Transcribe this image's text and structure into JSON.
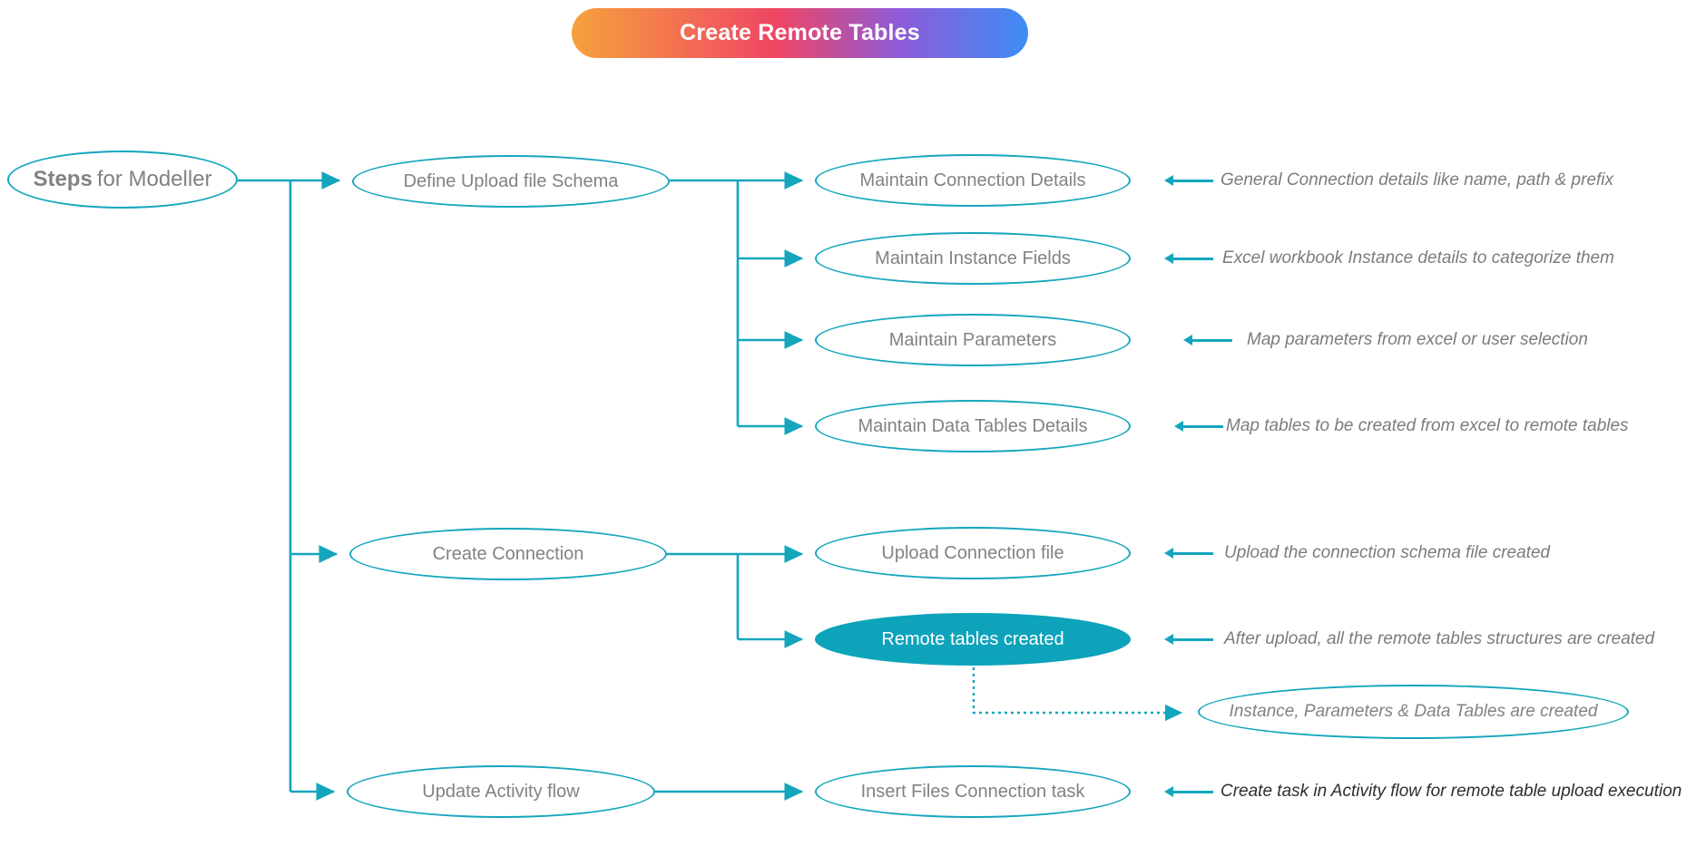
{
  "title": "Create Remote Tables",
  "colors": {
    "teal": "#14a6bd",
    "teal_fill": "#0da3ba",
    "node_text": "#808285",
    "annotation_text": "#7a7c7e",
    "annotation_dark": "#2e2e2e",
    "grad_1": "#f7a13d",
    "grad_2": "#ef4564",
    "grad_3": "#8e5bd9",
    "grad_4": "#3d8df6"
  },
  "nodes": {
    "root_bold": "Steps",
    "root_rest": "for Modeller",
    "define_schema": "Define Upload file Schema",
    "create_connection": "Create Connection",
    "update_activity": "Update Activity flow",
    "maintain_connection": "Maintain Connection Details",
    "maintain_instance": "Maintain Instance Fields",
    "maintain_parameters": "Maintain Parameters",
    "maintain_tables": "Maintain Data Tables Details",
    "upload_file": "Upload Connection file",
    "remote_created": "Remote tables created",
    "insert_task": "Insert Files Connection task",
    "instance_created": "Instance, Parameters & Data Tables are created"
  },
  "annotations": [
    "General Connection  details like name, path & prefix",
    "Excel workbook Instance details to categorize them",
    "Map parameters from excel or user selection",
    "Map tables to be created from excel to remote tables",
    "Upload the connection schema file created",
    "After upload, all the remote tables structures are created",
    "Create  task in Activity flow for remote table upload execution"
  ]
}
